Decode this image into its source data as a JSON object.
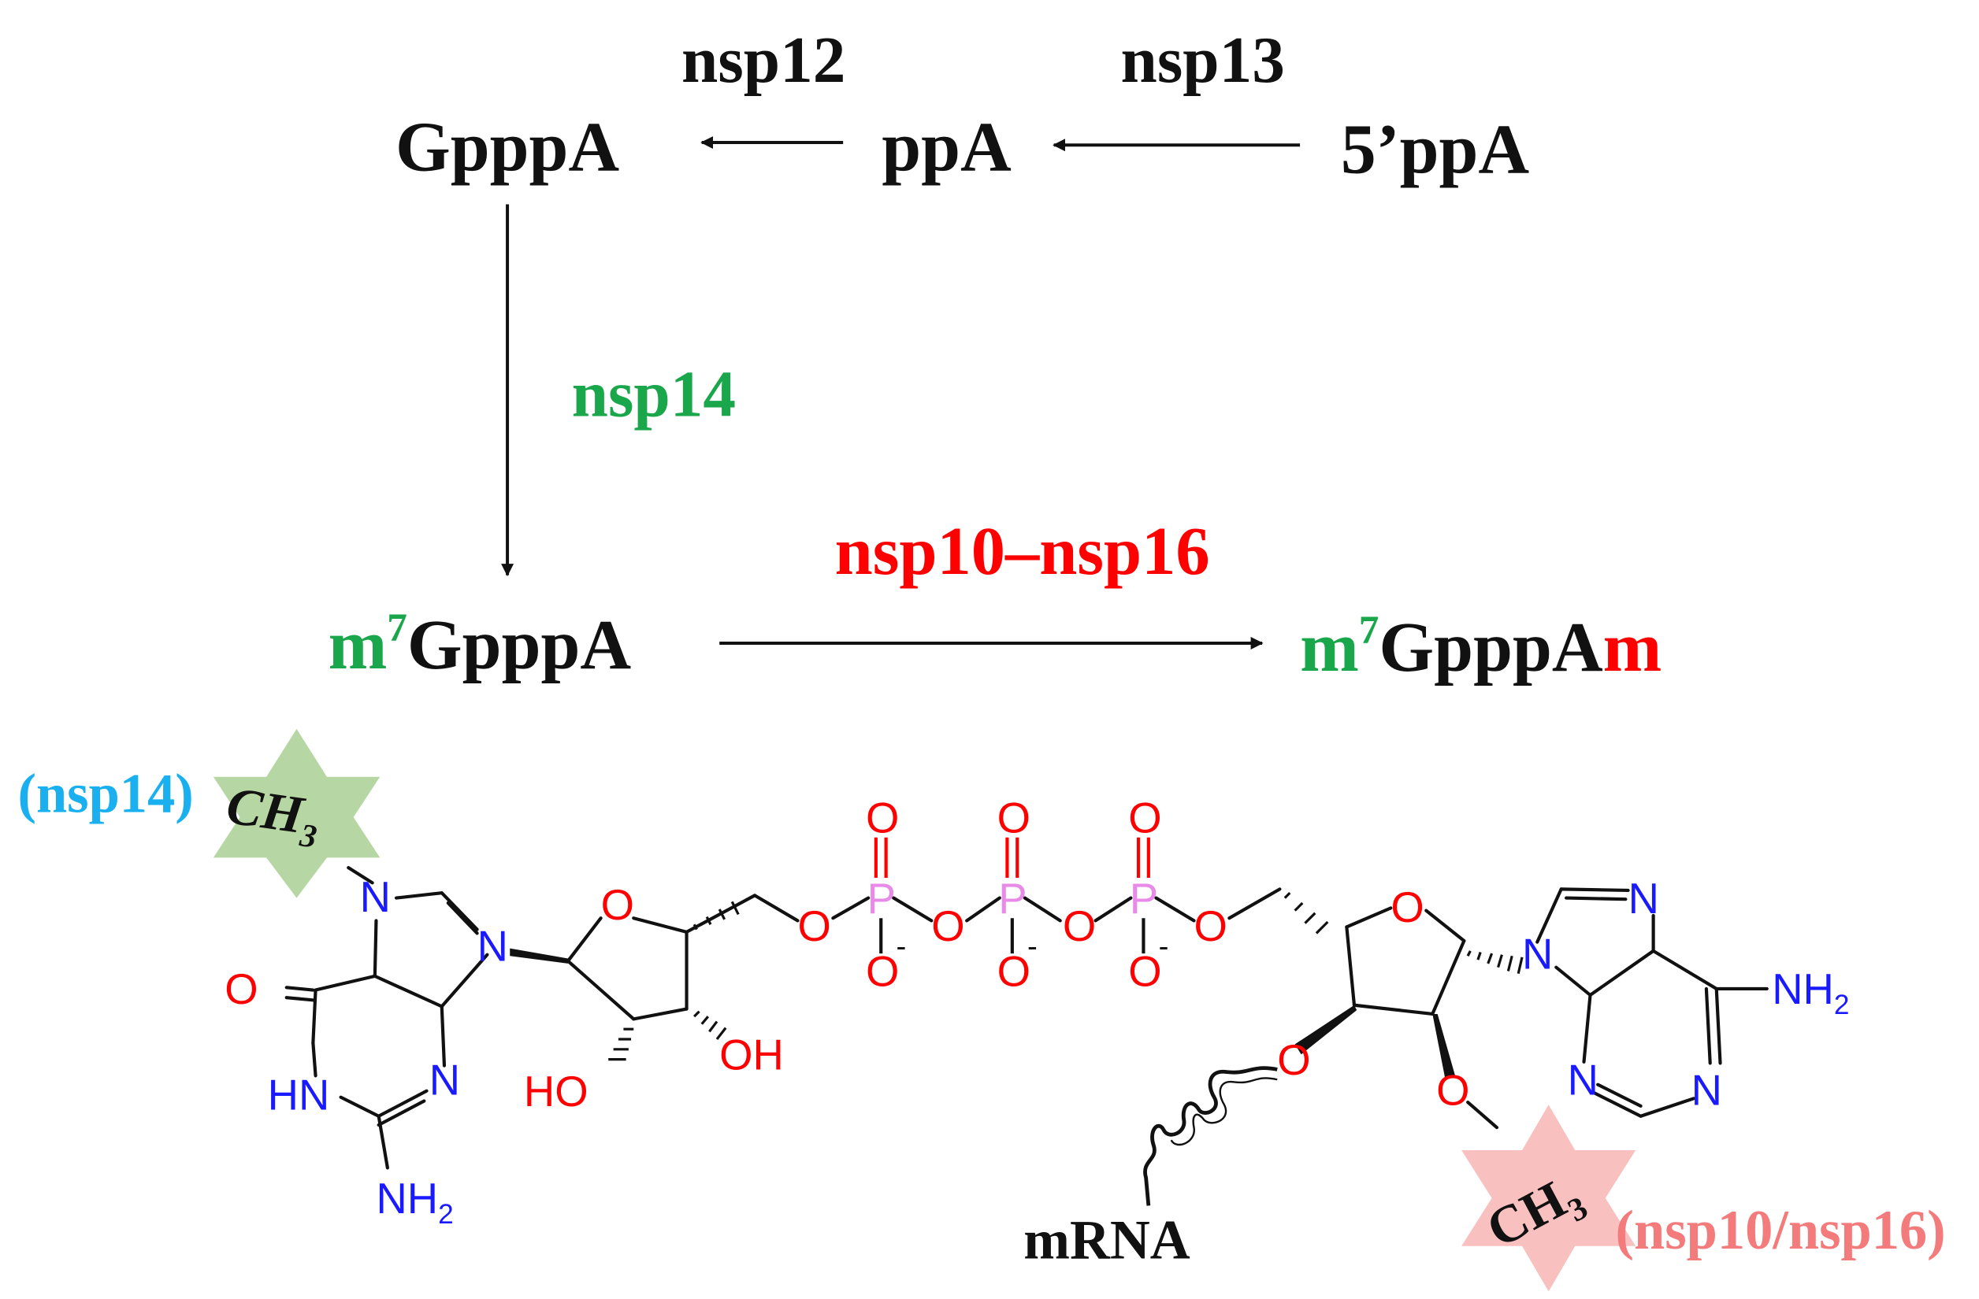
{
  "colors": {
    "black": "#111111",
    "green": "#1aa64a",
    "red": "#ff0000",
    "phosphorus": "#e88ae8",
    "oxygen": "#ff0000",
    "nitrogen": "#1a1aff",
    "cyan": "#1ab0ef",
    "salmon": "#f47b7b",
    "green_star": "#b6d7a3",
    "pink_star": "#f9c0c0"
  },
  "pathway": {
    "enzyme_nsp12": "nsp12",
    "enzyme_nsp13": "nsp13",
    "enzyme_nsp14": "nsp14",
    "enzyme_nsp10_16": "nsp10–nsp16",
    "gpppa": "GpppA",
    "ppa": "ppA",
    "five_ppa": "5’ppA",
    "m7_prefix": "m",
    "m7_sup": "7",
    "m7gpppa_main": "GpppA",
    "m7gpppam_main": "GpppA",
    "m7gpppam_suffix": "m"
  },
  "structure": {
    "label_nsp14": "(nsp14)",
    "label_nsp10_16": "(nsp10/nsp16)",
    "ch3_main": "CH",
    "ch3_sub": "3",
    "mrna": "mRNA",
    "atoms": {
      "o": "O",
      "p": "P",
      "n": "N",
      "hn": "HN",
      "oh": "OH",
      "ho": "HO",
      "nh": "NH",
      "two": "2",
      "minus": "-"
    }
  }
}
